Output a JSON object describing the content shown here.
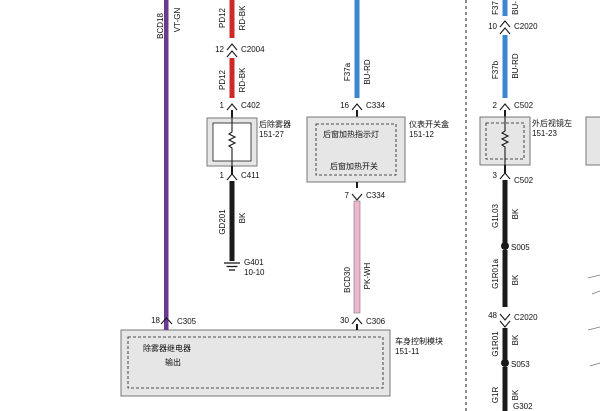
{
  "colors": {
    "violet": "#6b3a8c",
    "red": "#cc2a2a",
    "blue": "#3a86d0",
    "black": "#1a1a1a",
    "pink": "#f0b6cf",
    "box_fill": "#e6e6e6",
    "box_stroke": "#777777"
  },
  "wires": {
    "left_violet": {
      "circuit": "BCD18",
      "color": "VT-GN"
    },
    "rear_defrost_top": {
      "circuit": "PD12",
      "color": "RD-BK"
    },
    "rear_defrost_mid": {
      "circuit": "PD12",
      "color": "RD-BK"
    },
    "rear_defrost_ground": {
      "circuit": "GD201",
      "color": "BK"
    },
    "panel_feed": {
      "circuit": "F37a",
      "color": "BU-RD"
    },
    "switch_out": {
      "circuit": "BCD30",
      "color": "PK-WH"
    },
    "mirror_top": {
      "circuit": "F37",
      "color": "BU-"
    },
    "mirror_feed": {
      "circuit": "F37b",
      "color": "BU-RD"
    },
    "mirror_ground_1": {
      "circuit": "G1L03",
      "color": "BK"
    },
    "mirror_ground_2": {
      "circuit": "G1R01a",
      "color": "BK"
    },
    "mirror_ground_3": {
      "circuit": "G1R01",
      "color": "BK"
    },
    "mirror_ground_4": {
      "circuit": "G1R",
      "color": "BK"
    }
  },
  "connectors": {
    "c2004": {
      "pin": "12",
      "name": "C2004"
    },
    "c402": {
      "pin": "1",
      "name": "C402"
    },
    "c411": {
      "pin": "1",
      "name": "C411"
    },
    "c334_top": {
      "pin": "16",
      "name": "C334"
    },
    "c334_bottom": {
      "pin": "7",
      "name": "C334"
    },
    "c305": {
      "pin": "18",
      "name": "C305"
    },
    "c306": {
      "pin": "30",
      "name": "C306"
    },
    "c2020_top": {
      "pin": "10",
      "name": "C2020"
    },
    "c502_top": {
      "pin": "2",
      "name": "C502"
    },
    "c502_bottom": {
      "pin": "3",
      "name": "C502"
    },
    "c2020_bottom": {
      "pin": "48",
      "name": "C2020"
    }
  },
  "splices": {
    "s005": "S005",
    "s053": "S053"
  },
  "grounds": {
    "g401": {
      "name": "G401",
      "ref": "10-10"
    },
    "g302": {
      "name": "G302"
    }
  },
  "components": {
    "rear_defroster": {
      "name": "后除雾器",
      "ref": "151-27"
    },
    "instrument_switch": {
      "name": "仪表开关盒",
      "ref": "151-12"
    },
    "indicator_lamp": "后窗加热指示灯",
    "heat_switch": "后窗加热开关",
    "mirror_left": {
      "name": "外后视镜左",
      "ref": "151-23"
    },
    "bcm": {
      "name": "车身控制模块",
      "ref": "151-11"
    },
    "bcm_relay": "除雾器继电器",
    "bcm_output": "输出"
  }
}
